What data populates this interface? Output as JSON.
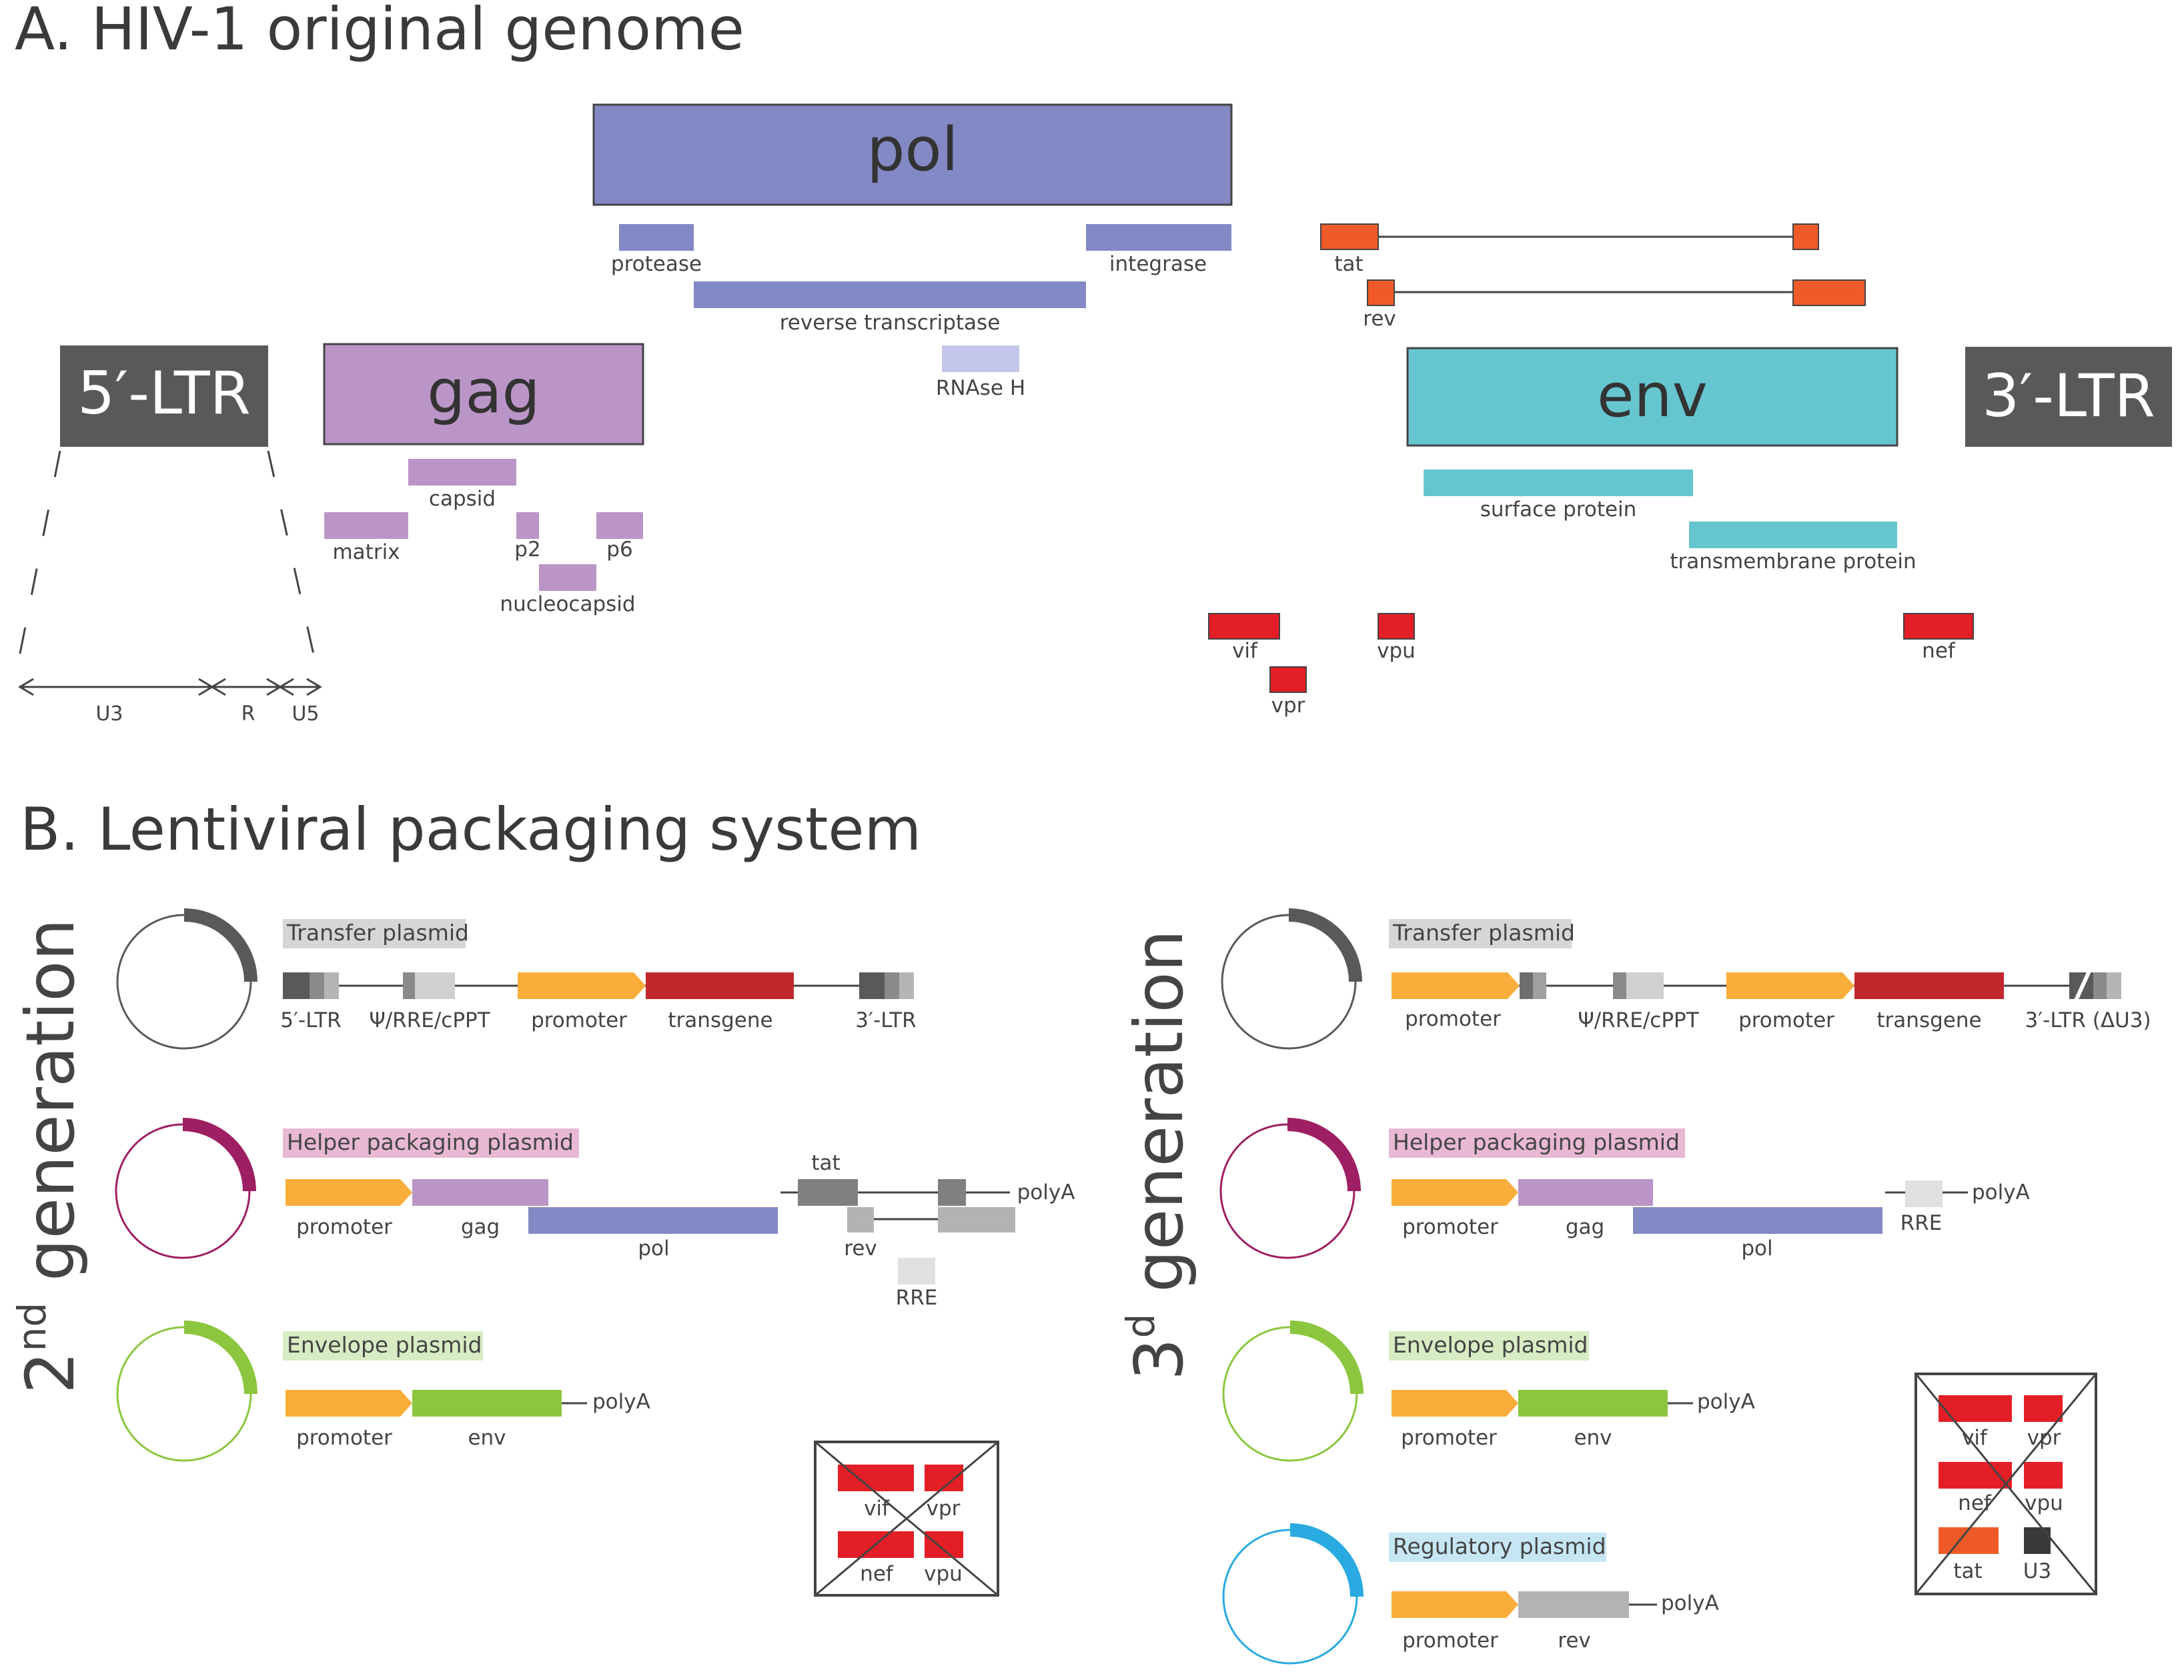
{
  "section_a": {
    "title": "A. HIV-1 original genome",
    "genes": {
      "pol": "pol",
      "gag": "gag",
      "env": "env",
      "ltr5": "5′-LTR",
      "ltr3": "3′-LTR"
    },
    "pol_parts": {
      "protease": "protease",
      "integrase": "integrase",
      "rt": "reverse transcriptase",
      "rnase": "RNAse H"
    },
    "gag_parts": {
      "capsid": "capsid",
      "matrix": "matrix",
      "p2": "p2",
      "p6": "p6",
      "nucleocapsid": "nucleocapsid"
    },
    "env_parts": {
      "surface": "surface protein",
      "transmembrane": "transmembrane protein"
    },
    "accessory": {
      "tat": "tat",
      "rev": "rev",
      "vif": "vif",
      "vpu": "vpu",
      "vpr": "vpr",
      "nef": "nef"
    },
    "ltr_regions": {
      "u3": "U3",
      "r": "R",
      "u5": "U5"
    }
  },
  "section_b": {
    "title": "B. Lentiviral packaging system",
    "gen2": {
      "heading_base": "2",
      "heading_sup": "nd",
      "heading_rest": " generation",
      "transfer": {
        "tag": "Transfer plasmid",
        "ltr5": "5′-LTR",
        "psi": "Ψ/RRE/cPPT",
        "promoter": "promoter",
        "transgene": "transgene",
        "ltr3": "3′-LTR"
      },
      "helper": {
        "tag": "Helper packaging  plasmid",
        "promoter": "promoter",
        "gag": "gag",
        "pol": "pol",
        "tat": "tat",
        "rev": "rev",
        "rre": "RRE",
        "polya": "polyA"
      },
      "envelope": {
        "tag": "Envelope plasmid",
        "promoter": "promoter",
        "env": "env",
        "polya": "polyA"
      },
      "removed": {
        "vif": "vif",
        "vpr": "vpr",
        "nef": "nef",
        "vpu": "vpu"
      }
    },
    "gen3": {
      "heading_base": "3",
      "heading_sup": "d",
      "heading_rest": " generation",
      "transfer": {
        "tag": "Transfer plasmid",
        "promoter1": "promoter",
        "psi": "Ψ/RRE/cPPT",
        "promoter2": "promoter",
        "transgene": "transgene",
        "ltr3": "3′-LTR (ΔU3)"
      },
      "helper": {
        "tag": "Helper packaging  plasmid",
        "promoter": "promoter",
        "gag": "gag",
        "pol": "pol",
        "rre": "RRE",
        "polya": "polyA"
      },
      "envelope": {
        "tag": "Envelope plasmid",
        "promoter": "promoter",
        "env": "env",
        "polya": "polyA"
      },
      "regulatory": {
        "tag": "Regulatory plasmid",
        "promoter": "promoter",
        "rev": "rev",
        "polya": "polyA"
      },
      "removed": {
        "vif": "vif",
        "vpr": "vpr",
        "nef": "nef",
        "vpu": "vpu",
        "tat": "tat",
        "u3": "U3"
      }
    }
  },
  "colors": {
    "pol": "#8289c4",
    "pol_light": "#c3c6e8",
    "gag": "#bb95c7",
    "env": "#66c6d0",
    "ltr": "#58595b",
    "tat_rev": "#f05a28",
    "accessory": "#e41e26",
    "promoter": "#f9ad3a",
    "transgene": "#c1272d",
    "env_plasmid": "#8cc63f",
    "helper": "#9e1f63",
    "regulatory": "#29aae1",
    "transfer": "#58595b"
  }
}
